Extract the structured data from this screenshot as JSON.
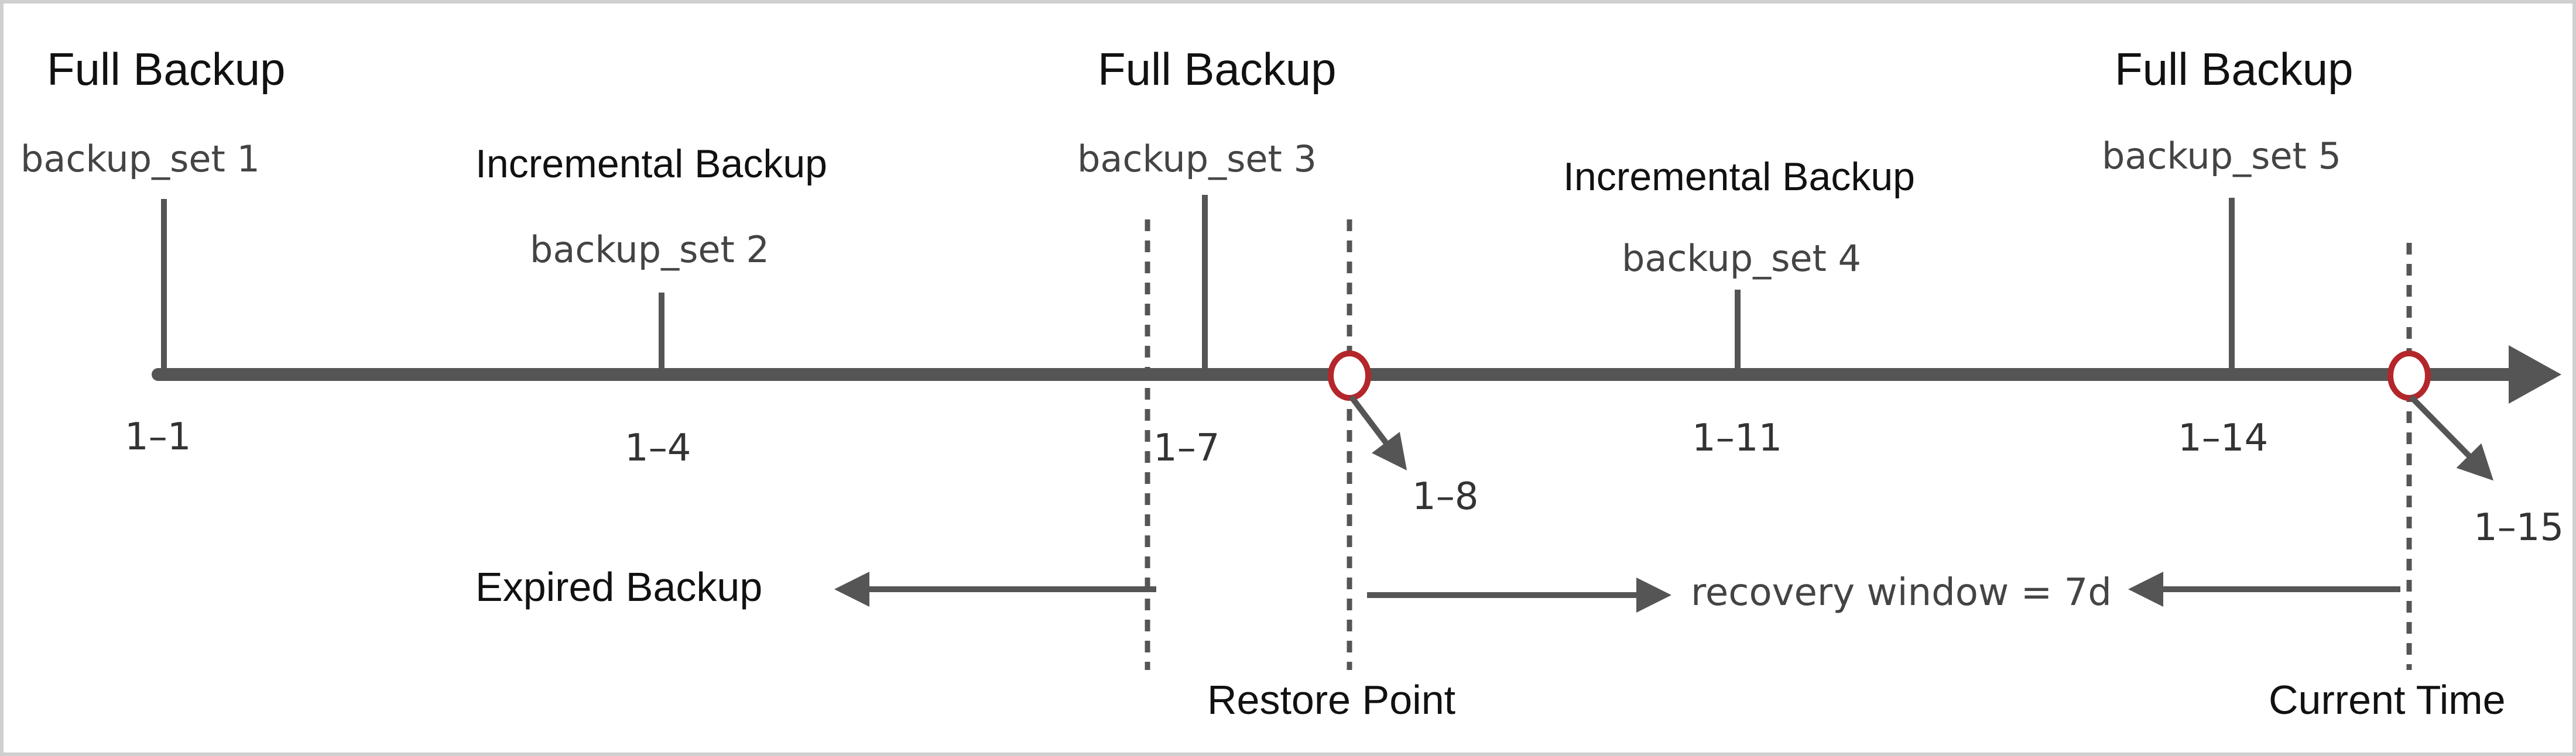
{
  "diagram": {
    "full_backup_labels": [
      "Full Backup",
      "Full Backup",
      "Full Backup"
    ],
    "incremental_backup_labels": [
      "Incremental Backup",
      "Incremental Backup"
    ],
    "backup_sets": [
      "backup_set 1",
      "backup_set 2",
      "backup_set 3",
      "backup_set 4",
      "backup_set 5"
    ],
    "dates": [
      "1–1",
      "1–4",
      "1–7",
      "1–8",
      "1–11",
      "1–14",
      "1–15"
    ],
    "expired_backup": "Expired Backup",
    "recovery_window": "recovery window = 7d",
    "restore_point": "Restore Point",
    "current_time": "Current Time",
    "colors": {
      "timeline": "#555555",
      "marker": "#b3262a",
      "text": "#111111"
    }
  }
}
